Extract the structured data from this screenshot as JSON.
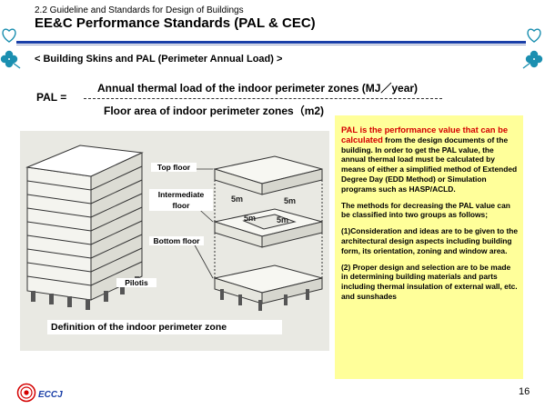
{
  "header": {
    "subtitle": "2.2 Guideline and Standards for Design of Buildings",
    "title": "EE&C Performance Standards (PAL & CEC)"
  },
  "section_heading": "< Building Skins and PAL (Perimeter Annual Load) >",
  "formula": {
    "lhs": "PAL =",
    "numerator": "Annual thermal load of the indoor perimeter zones (MJ／year)",
    "denominator": "Floor area of indoor perimeter zones（m2)"
  },
  "figure": {
    "labels": {
      "top_floor": "Top floor",
      "intermediate_floor_1": "Intermediate",
      "intermediate_floor_2": "floor",
      "bottom_floor": "Bottom floor",
      "pilotis": "Pilotis"
    },
    "dim": "5m",
    "caption": "Definition of the indoor perimeter zone"
  },
  "notes": {
    "p1_red": "PAL is the performance value that can be calculated",
    "p1_rest": " from the design documents of the building. In order to get the PAL value, the annual thermal load must be calculated by means of either a simplified method of Extended Degree Day (EDD Method) or Simulation programs such as HASP/ACLD.",
    "p2": "The methods for decreasing the PAL value can be classified into two groups as follows;",
    "p3": "(1)Consideration and ideas are to be given to the architectural design aspects including building form, its orientation, zoning and window area.",
    "p4": "(2) Proper design and selection are to be made in determining building materials and parts including thermal insulation of external wall, etc. and sunshades"
  },
  "footer": {
    "logo_text": "ECCJ",
    "page_number": "16"
  },
  "colors": {
    "accent_blue": "#1a3fa8",
    "note_bg": "#ffff9a",
    "highlight_red": "#d40000",
    "ornament": "#1b8fb0"
  }
}
